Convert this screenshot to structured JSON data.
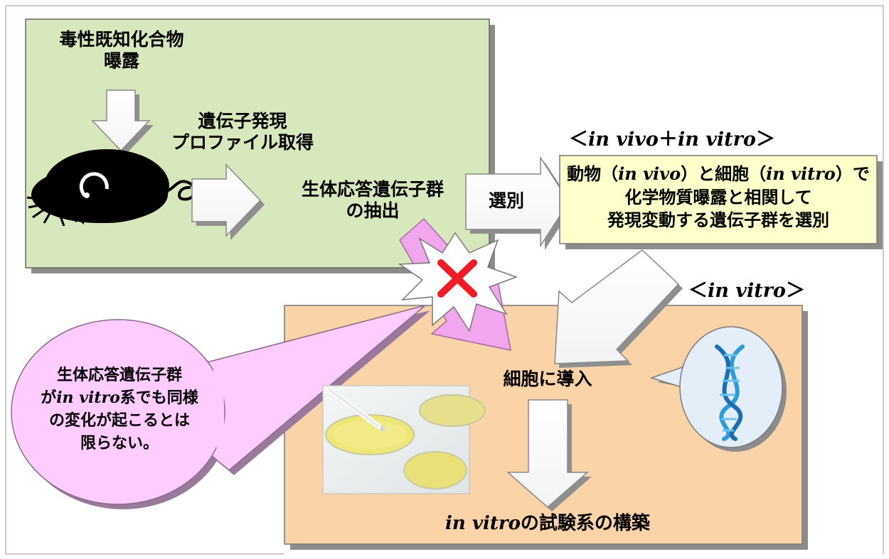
{
  "vivo_box": {
    "compound_exposure_line1": "毒性既知化合物",
    "compound_exposure_line2": "曝露",
    "profile_line1": "遺伝子発現",
    "profile_line2": "プロファイル取得",
    "extraction_line1": "生体応答遺伝子群",
    "extraction_line2": "の抽出"
  },
  "selection_arrow": {
    "label": "選別"
  },
  "combined_section": {
    "header_prefix": "＜",
    "header_vivo": "in vivo",
    "header_plus": "＋",
    "header_vitro": "in vitro",
    "header_suffix": "＞",
    "box_line1_a": "動物（",
    "box_line1_vivo": "in vivo",
    "box_line1_b": "）と細胞（",
    "box_line1_vitro": "in vitro",
    "box_line1_c": "）で",
    "box_line2": "化学物質曝露と相関して",
    "box_line3": "発現変動する遺伝子群を選別"
  },
  "vitro_section": {
    "header_prefix": "＜",
    "header_vitro": "in vitro",
    "header_suffix": "＞",
    "cell_introduction": "細胞に導入",
    "construction_vitro": "in vitro",
    "construction_rest": "の試験系の構築"
  },
  "callout": {
    "line1": "生体応答遺伝子群",
    "line2_pre": "が",
    "line2_vitro": "in vitro",
    "line2_post": "系でも同様",
    "line3": "の変化が起こるとは",
    "line4": "限らない。"
  },
  "colors": {
    "vivo_box_fill": "#d7e8bd",
    "combined_box_fill": "#ffffcc",
    "vitro_box_fill": "#fbd3a8",
    "callout_fill": "#ffccff",
    "pink_arrow_fill": "#f1a6ee",
    "cross_mark": "#ee1c24",
    "dna_bubble_fill": "#e4eef8",
    "dna_strand": "#2e9ad6",
    "dish_liquid": "#e9e07a"
  },
  "icons": {
    "mouse": "mouse-icon",
    "forbidden": "cross-mark-icon",
    "dna": "dna-helix-icon",
    "petri": "petri-dish-photo"
  }
}
